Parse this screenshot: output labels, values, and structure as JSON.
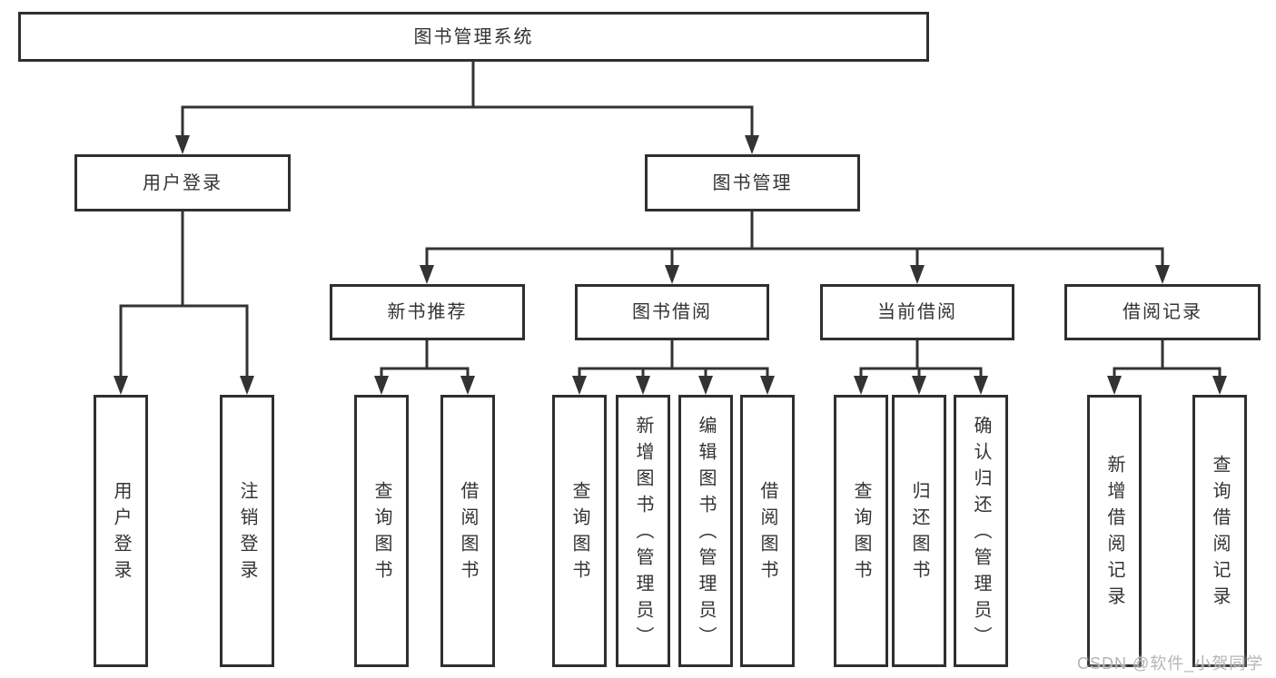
{
  "tree": {
    "label": "图书管理系统",
    "children": [
      {
        "label": "用户登录",
        "children": [
          {
            "label": "用户登录"
          },
          {
            "label": "注销登录"
          }
        ]
      },
      {
        "label": "图书管理",
        "children": [
          {
            "label": "新书推荐",
            "children": [
              {
                "label": "查询图书"
              },
              {
                "label": "借阅图书"
              }
            ]
          },
          {
            "label": "图书借阅",
            "children": [
              {
                "label": "查询图书"
              },
              {
                "label": "新增图书（管理员）"
              },
              {
                "label": "编辑图书（管理员）"
              },
              {
                "label": "借阅图书"
              }
            ]
          },
          {
            "label": "当前借阅",
            "children": [
              {
                "label": "查询图书"
              },
              {
                "label": "归还图书"
              },
              {
                "label": "确认归还（管理员）"
              }
            ]
          },
          {
            "label": "借阅记录",
            "children": [
              {
                "label": "新增借阅记录"
              },
              {
                "label": "查询借阅记录"
              }
            ]
          }
        ]
      }
    ]
  },
  "watermark": "CSDN @软件_小贺同学",
  "colors": {
    "line": "#333333",
    "text": "#333333",
    "box_fill": "#ffffff",
    "watermark": "#b5b5b5"
  }
}
